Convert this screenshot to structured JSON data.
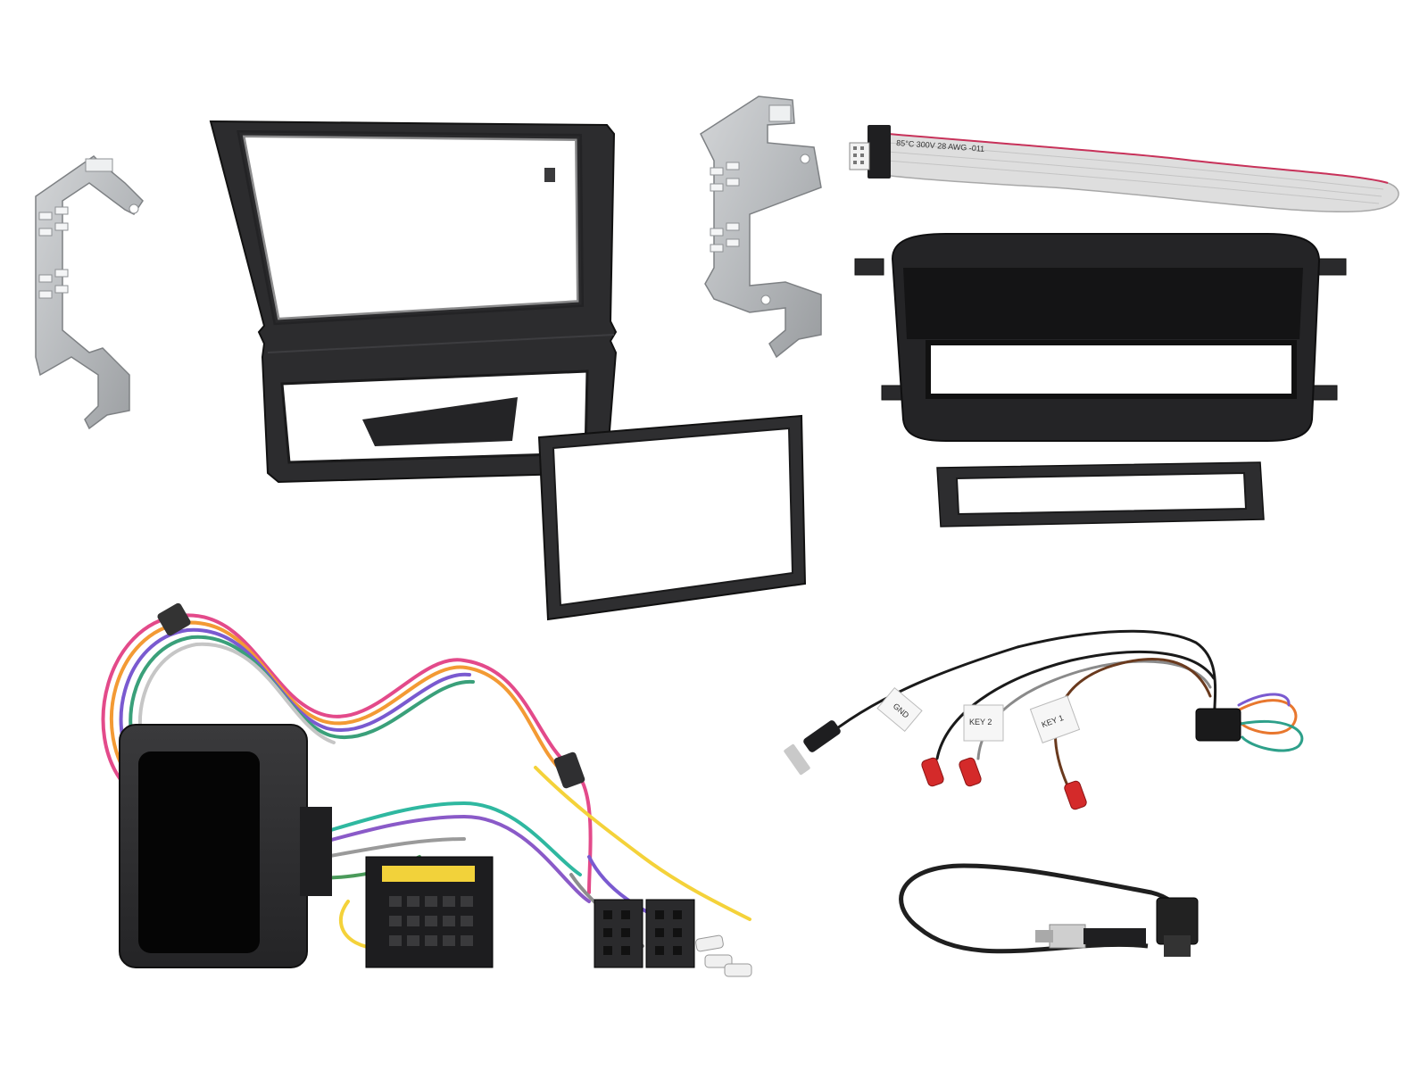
{
  "ribbon_cable": {
    "print_text": "85°C 300V 28 AWG -011"
  },
  "key_lead": {
    "tags": {
      "gnd": "GND",
      "key2": "KEY 2",
      "key1": "KEY 1"
    }
  },
  "colors": {
    "background": "#ffffff",
    "plastic": "#2b2b2d",
    "plastic_dark": "#1a1a1b",
    "steel": "#b9bcbf",
    "steel_dark": "#8e9194",
    "ribbon": "#d9d9d9",
    "ribbon_stripe": "#c8325a",
    "spade_red": "#d42a2a"
  }
}
